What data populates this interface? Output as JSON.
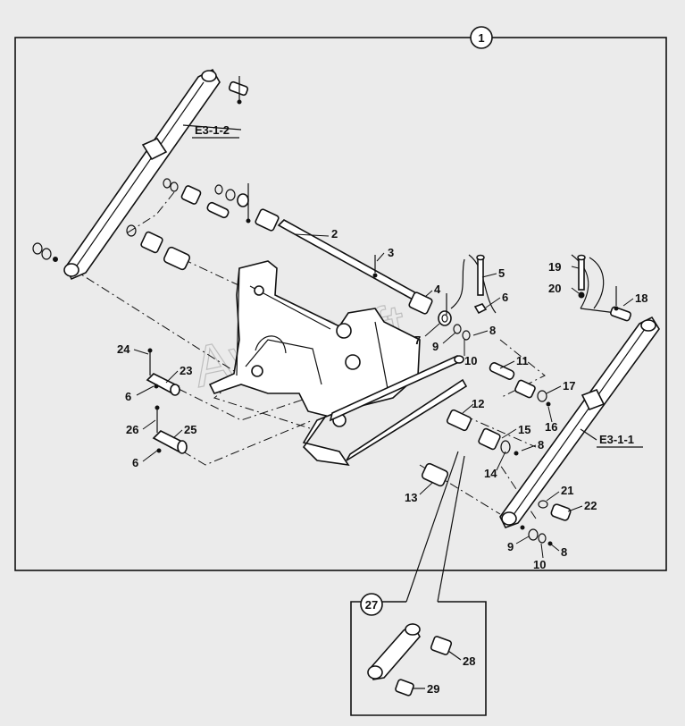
{
  "watermark": "AvtoSoft",
  "main_callout": "1",
  "detail_callout": "27",
  "refs": {
    "e312": "E3-1-2",
    "e311": "E3-1-1"
  },
  "callouts": {
    "c2": "2",
    "c3": "3",
    "c4": "4",
    "c5": "5",
    "c6a": "6",
    "c7": "7",
    "c8a": "8",
    "c9a": "9",
    "c10a": "10",
    "c11": "11",
    "c12": "12",
    "c13": "13",
    "c14": "14",
    "c15": "15",
    "c8b": "8",
    "c16": "16",
    "c17": "17",
    "c18": "18",
    "c19": "19",
    "c20": "20",
    "c21": "21",
    "c22": "22",
    "c9b": "9",
    "c8c": "8",
    "c10b": "10",
    "c23": "23",
    "c24": "24",
    "c6b": "6",
    "c25": "25",
    "c26": "26",
    "c6c": "6",
    "c28": "28",
    "c29": "29"
  },
  "colors": {
    "background": "#ebebeb",
    "line": "#111111",
    "part_fill": "#ffffff"
  }
}
